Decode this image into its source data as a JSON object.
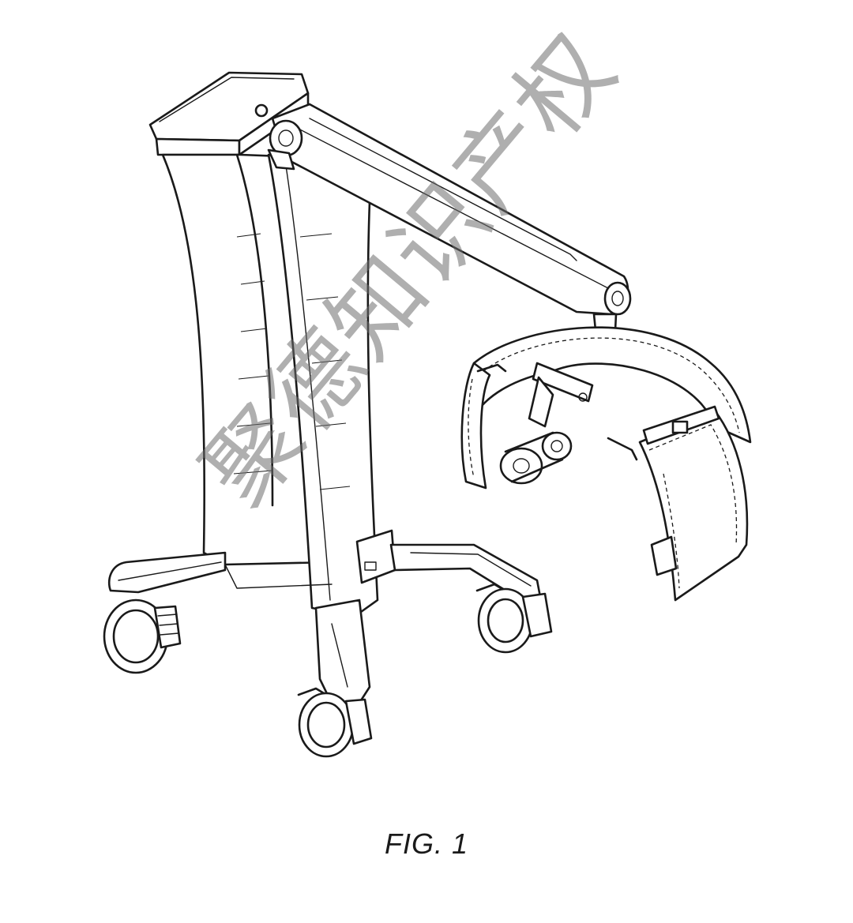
{
  "figure": {
    "caption": "FIG. 1",
    "subject_icon": "mobile-cart-with-articulated-arm-and-curved-head-unit"
  },
  "watermark": {
    "text": "聚德知识产权"
  },
  "colors": {
    "line": "#1a1a1a",
    "background": "#ffffff",
    "watermark": "#6e6e6e"
  }
}
